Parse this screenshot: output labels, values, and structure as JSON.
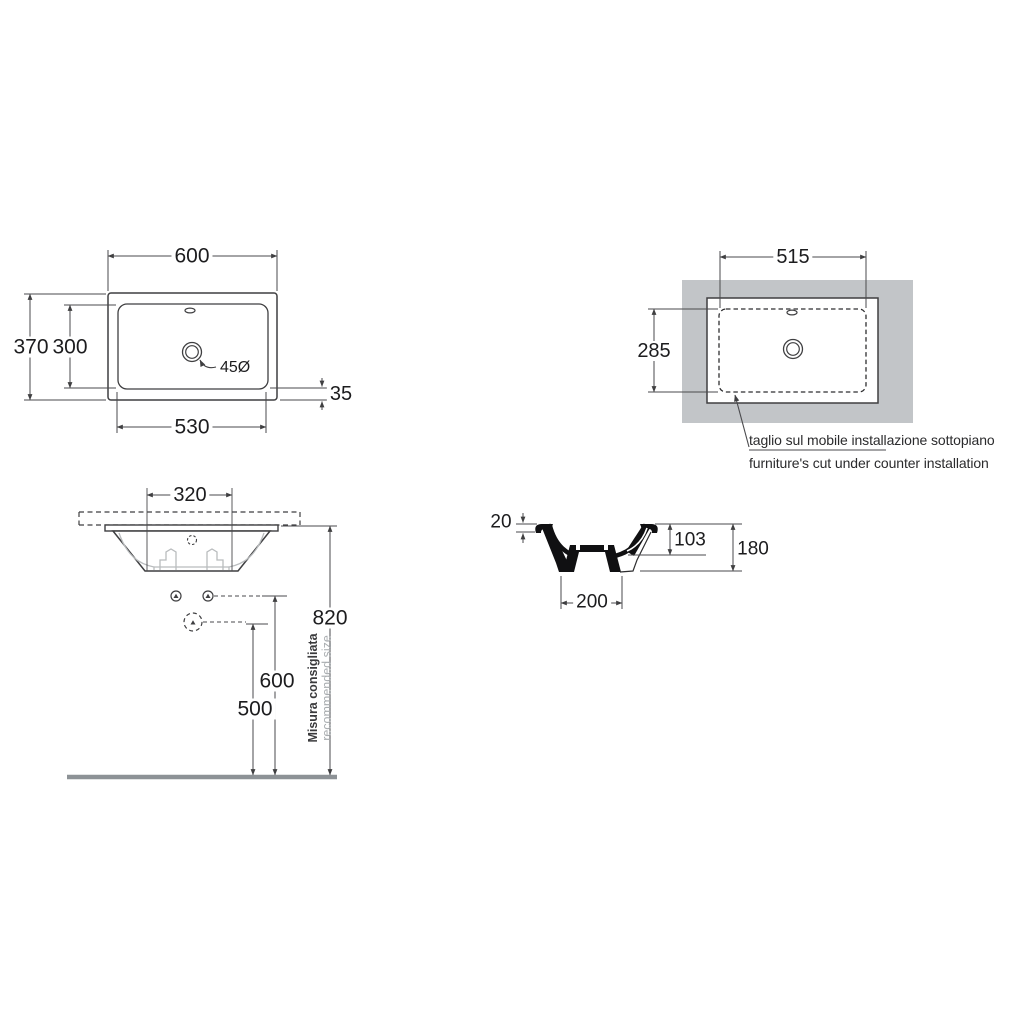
{
  "drawing": {
    "colors": {
      "line": "#3f3f41",
      "dim_line": "#4a4a4d",
      "text": "#1c1c1e",
      "counter_fill": "#c2c5c8",
      "floor": "#8d9296",
      "muted_text": "#a9adb0",
      "section_fill": "#101012",
      "inner_profile_gray": "#b9bcbe"
    },
    "top_view": {
      "width": "600",
      "depth": "370",
      "bowl_depth": "300",
      "bowl_width": "530",
      "rim_offset": "35",
      "drain_diameter": "45Ø"
    },
    "cutout_view": {
      "cut_width": "515",
      "cut_depth": "285",
      "caption_it": "taglio sul mobile installazione sottopiano",
      "caption_en": "furniture's cut under counter installation"
    },
    "front_view": {
      "tap_centres": "320",
      "rim_height": "820",
      "fixing_height": "600",
      "trap_height": "500",
      "note_it": "Misura consigliata",
      "note_en": "recommended size"
    },
    "section_view": {
      "rim_thickness": "20",
      "bowl_inner_depth": "103",
      "total_depth": "180",
      "base_width": "200"
    }
  }
}
